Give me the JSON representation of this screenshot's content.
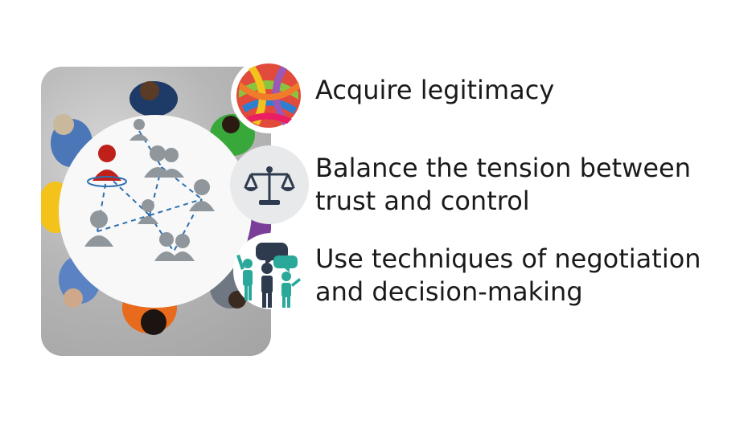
{
  "items": [
    {
      "text": "Acquire legitimacy",
      "icon": "word-ball-icon"
    },
    {
      "text": "Balance the tension between\ntrust and control",
      "icon": "balance-scale-icon"
    },
    {
      "text": "Use techniques of negotiation\nand decision-making",
      "icon": "people-talking-icon"
    }
  ],
  "colors": {
    "text": "#1a1a1a",
    "scale_icon": "#2e3b4e",
    "people_teal": "#2aa89a",
    "people_navy": "#2e3b4e",
    "figure_red": "#c0201a",
    "figure_gray": "#8f969c"
  }
}
